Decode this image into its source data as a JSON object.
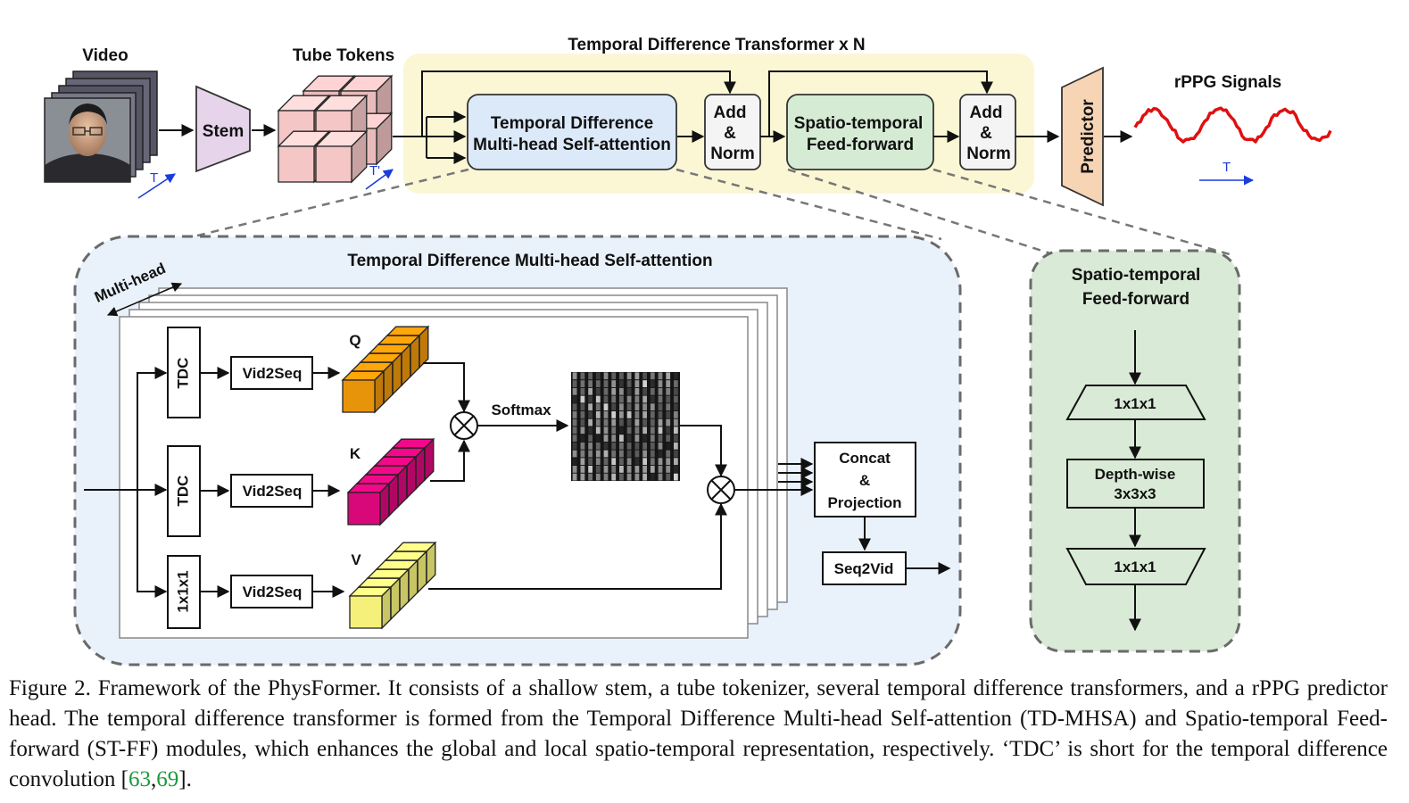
{
  "labels": {
    "video": "Video",
    "stem": "Stem",
    "tube_tokens": "Tube Tokens",
    "tdt_title": "Temporal Difference Transformer x N",
    "tdmhsa_line1": "Temporal Difference",
    "tdmhsa_line2": "Multi-head Self-attention",
    "add": "Add",
    "amp": "&",
    "norm": "Norm",
    "stff_line1": "Spatio-temporal",
    "stff_line2": "Feed-forward",
    "predictor": "Predictor",
    "rppg": "rPPG Signals",
    "t": "T",
    "t_prime": "T'",
    "big_title": "Temporal Difference Multi-head Self-attention",
    "multihead": "Multi-head",
    "tdc": "TDC",
    "conv111": "1x1x1",
    "vid2seq": "Vid2Seq",
    "q": "Q",
    "k": "K",
    "v": "V",
    "softmax": "Softmax",
    "concat": "Concat",
    "projection": "Projection",
    "seq2vid": "Seq2Vid",
    "ff_title1": "Spatio-temporal",
    "ff_title2": "Feed-forward",
    "ff_top": "1x1x1",
    "ff_mid1": "Depth-wise",
    "ff_mid2": "3x3x3",
    "ff_bottom": "1x1x1"
  },
  "colors": {
    "stem": "#e6d5ea",
    "tokens": "#f4c6c6",
    "tdt_bg": "#fbf7d4",
    "tdmhsa_box": "#dce9f9",
    "addnorm_box": "#f4f4f4",
    "stff_box": "#d6ebd4",
    "predictor": "#f6d4b4",
    "signal": "#e01010",
    "time_arrow": "#1a3cdc",
    "panel_blue": "#e9f1fb",
    "panel_green": "#d9ead6",
    "q_cube": "#e8940a",
    "k_cube": "#d8087a",
    "v_cube": "#f4f07a",
    "ref": "#1a9a3a"
  },
  "caption": {
    "text": "Figure 2.  Framework of the PhysFormer. It consists of a shallow stem, a tube tokenizer, several temporal difference transformers, and a rPPG predictor head. The temporal difference transformer is formed from the Temporal Difference Multi-head Self-attention (TD-MHSA) and Spatio-temporal Feed-forward (ST-FF) modules, which enhances the global and local spatio-temporal representation, respectively. ‘TDC’ is short for the temporal difference convolution [",
    "ref1": "63",
    "sep": ",",
    "ref2": "69",
    "end": "]."
  }
}
